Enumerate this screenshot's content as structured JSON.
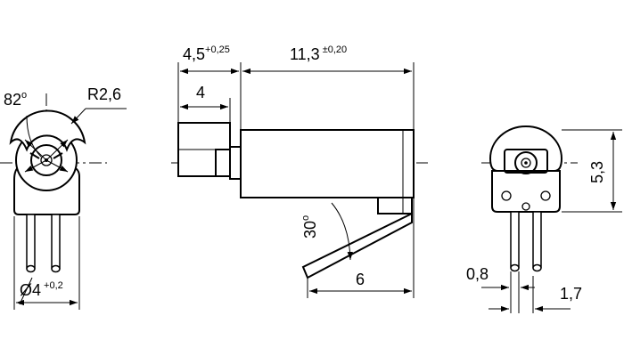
{
  "drawing": {
    "left_view": {
      "angle": "82",
      "angle_unit": "o",
      "radius": "R2,6",
      "diameter_symbol": "Ø",
      "diameter_value": "4",
      "diameter_tolerance": "+0,2"
    },
    "side_view": {
      "offset_value": "4,5",
      "offset_tolerance": "+0,25",
      "length_value": "11,3",
      "length_tolerance": "±0,20",
      "flange_width": "4",
      "lever_angle": "30",
      "lever_angle_unit": "o",
      "lever_length": "6"
    },
    "right_view": {
      "height": "5,3",
      "pin_width": "0,8",
      "pin_spacing": "1,7"
    }
  }
}
